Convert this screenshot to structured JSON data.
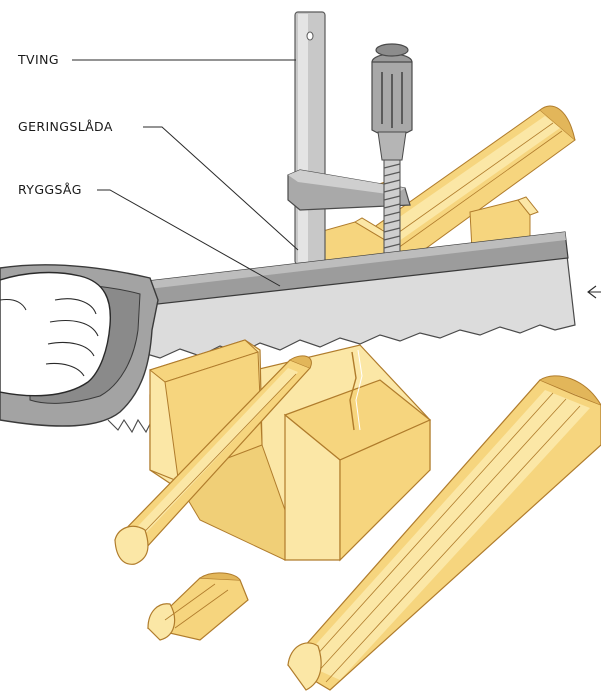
{
  "labels": {
    "tving": "TVING",
    "geringslada": "GERINGSLÅDA",
    "ryggsag": "RYGGSÅG"
  },
  "colors": {
    "wood_light": "#fbe7a6",
    "wood_mid": "#f6d57e",
    "wood_dark": "#e2b65a",
    "wood_line": "#b07c2c",
    "steel_light": "#d7d7d7",
    "steel_mid": "#b5b5b5",
    "steel_dark": "#8c8c8c",
    "saw_blade": "#dcdcdc",
    "saw_handle": "#a3a3a3",
    "glove": "#ffffff",
    "line": "#2a2a2a"
  }
}
